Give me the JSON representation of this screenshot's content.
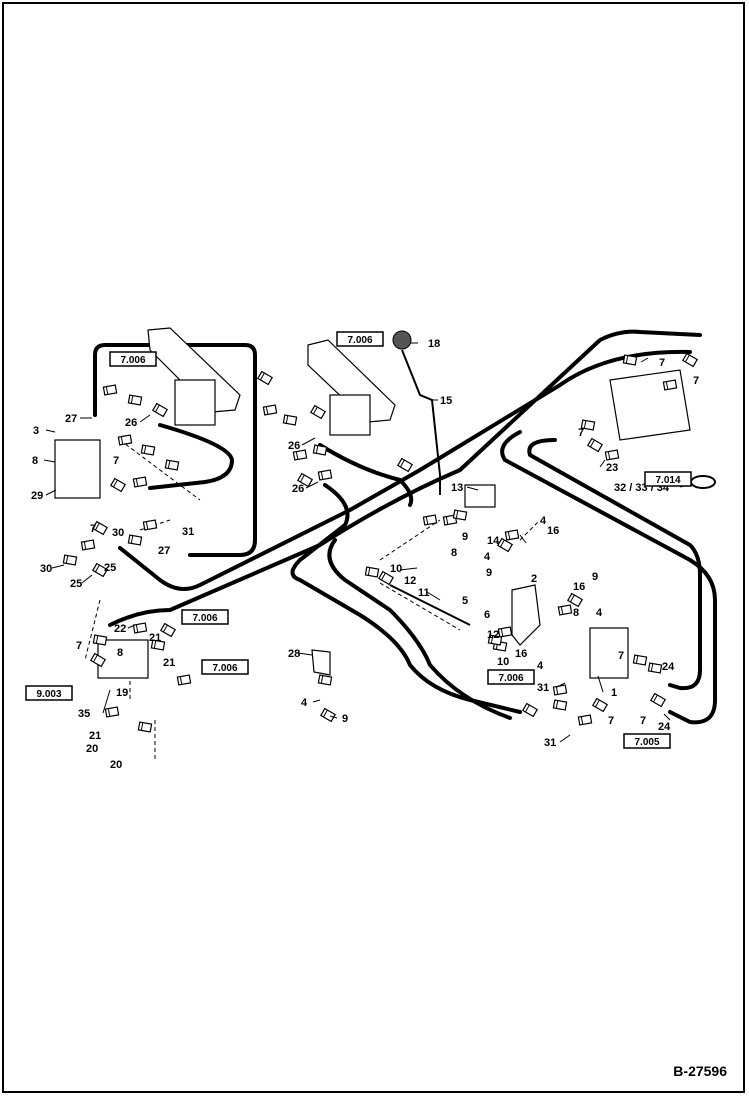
{
  "diagram": {
    "drawing_code": "B-27596",
    "part_labels": [
      {
        "id": "p18",
        "text": "18"
      },
      {
        "id": "p15",
        "text": "15"
      },
      {
        "id": "p27a",
        "text": "27"
      },
      {
        "id": "p26a",
        "text": "26"
      },
      {
        "id": "p26b",
        "text": "26"
      },
      {
        "id": "p26c",
        "text": "26"
      },
      {
        "id": "p3",
        "text": "3"
      },
      {
        "id": "p8a",
        "text": "8"
      },
      {
        "id": "p7a",
        "text": "7"
      },
      {
        "id": "p29",
        "text": "29"
      },
      {
        "id": "p7b",
        "text": "7"
      },
      {
        "id": "p30a",
        "text": "30"
      },
      {
        "id": "p30b",
        "text": "30"
      },
      {
        "id": "p31a",
        "text": "31"
      },
      {
        "id": "p27b",
        "text": "27"
      },
      {
        "id": "p25a",
        "text": "25"
      },
      {
        "id": "p25b",
        "text": "25"
      },
      {
        "id": "p7c",
        "text": "7"
      },
      {
        "id": "p7d",
        "text": "7"
      },
      {
        "id": "p7e",
        "text": "7"
      },
      {
        "id": "p23",
        "text": "23"
      },
      {
        "id": "p323334",
        "text": "32 / 33 / 34"
      },
      {
        "id": "p13",
        "text": "13"
      },
      {
        "id": "p14",
        "text": "14"
      },
      {
        "id": "p4a",
        "text": "4"
      },
      {
        "id": "p4b",
        "text": "4"
      },
      {
        "id": "p16a",
        "text": "16"
      },
      {
        "id": "p8b",
        "text": "8"
      },
      {
        "id": "p9a",
        "text": "9"
      },
      {
        "id": "p9b",
        "text": "9"
      },
      {
        "id": "p10a",
        "text": "10"
      },
      {
        "id": "p12a",
        "text": "12"
      },
      {
        "id": "p11",
        "text": "11"
      },
      {
        "id": "p2",
        "text": "2"
      },
      {
        "id": "p5",
        "text": "5"
      },
      {
        "id": "p6",
        "text": "6"
      },
      {
        "id": "p16b",
        "text": "16"
      },
      {
        "id": "p8c",
        "text": "8"
      },
      {
        "id": "p9c",
        "text": "9"
      },
      {
        "id": "p4c",
        "text": "4"
      },
      {
        "id": "p12b",
        "text": "12"
      },
      {
        "id": "p10b",
        "text": "10"
      },
      {
        "id": "p16c",
        "text": "16"
      },
      {
        "id": "p4d",
        "text": "4"
      },
      {
        "id": "p7f",
        "text": "7"
      },
      {
        "id": "p24a",
        "text": "24"
      },
      {
        "id": "p1",
        "text": "1"
      },
      {
        "id": "p31b",
        "text": "31"
      },
      {
        "id": "p7g",
        "text": "7"
      },
      {
        "id": "p7h",
        "text": "7"
      },
      {
        "id": "p24b",
        "text": "24"
      },
      {
        "id": "p31c",
        "text": "31"
      },
      {
        "id": "p22",
        "text": "22"
      },
      {
        "id": "p21a",
        "text": "21"
      },
      {
        "id": "p8d",
        "text": "8"
      },
      {
        "id": "p7i",
        "text": "7"
      },
      {
        "id": "p21b",
        "text": "21"
      },
      {
        "id": "p19",
        "text": "19"
      },
      {
        "id": "p35",
        "text": "35"
      },
      {
        "id": "p21c",
        "text": "21"
      },
      {
        "id": "p20a",
        "text": "20"
      },
      {
        "id": "p20b",
        "text": "20"
      },
      {
        "id": "p28",
        "text": "28"
      },
      {
        "id": "p4e",
        "text": "4"
      },
      {
        "id": "p9d",
        "text": "9"
      }
    ],
    "ref_boxes": [
      {
        "id": "r1",
        "text": "7.006"
      },
      {
        "id": "r2",
        "text": "7.006"
      },
      {
        "id": "r3",
        "text": "7.014"
      },
      {
        "id": "r4",
        "text": "7.006"
      },
      {
        "id": "r5",
        "text": "7.006"
      },
      {
        "id": "r6",
        "text": "9.003"
      },
      {
        "id": "r7",
        "text": "7.006"
      },
      {
        "id": "r8",
        "text": "7.005"
      }
    ]
  }
}
